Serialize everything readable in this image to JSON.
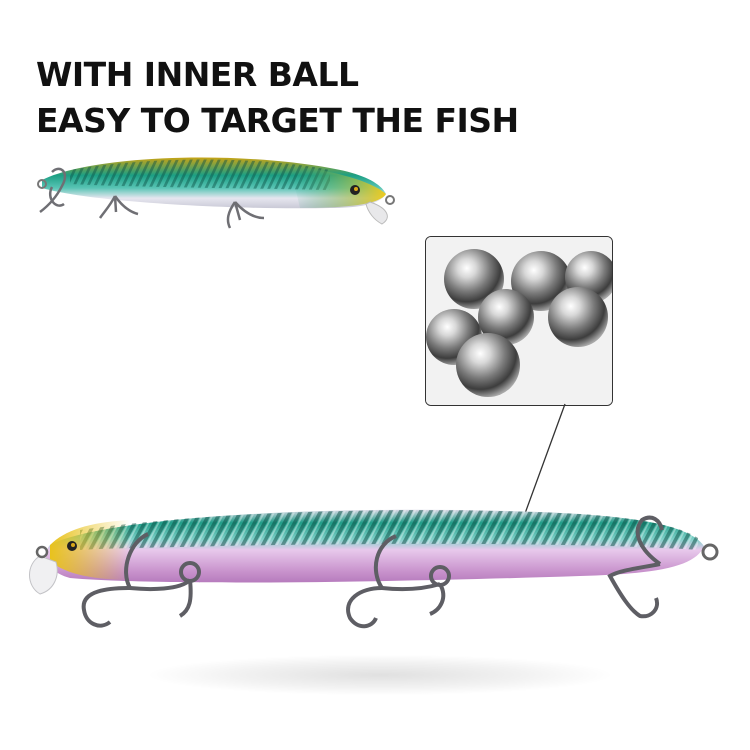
{
  "headline": {
    "line1": "WITH INNER BALL",
    "line2": "EASY TO TARGET THE FISH"
  },
  "colors": {
    "background": "#ffffff",
    "headline": "#111111",
    "lure_back": "#1aa386",
    "lure_head_small": "#e8c21c",
    "lure_belly_large": "#d6a4d6",
    "balls": "#9a9a9a"
  },
  "images": {
    "small_lure": "fishing-lure-gold-green",
    "large_lure": "fishing-lure-pink-green",
    "inset": "steel-balls-closeup"
  }
}
